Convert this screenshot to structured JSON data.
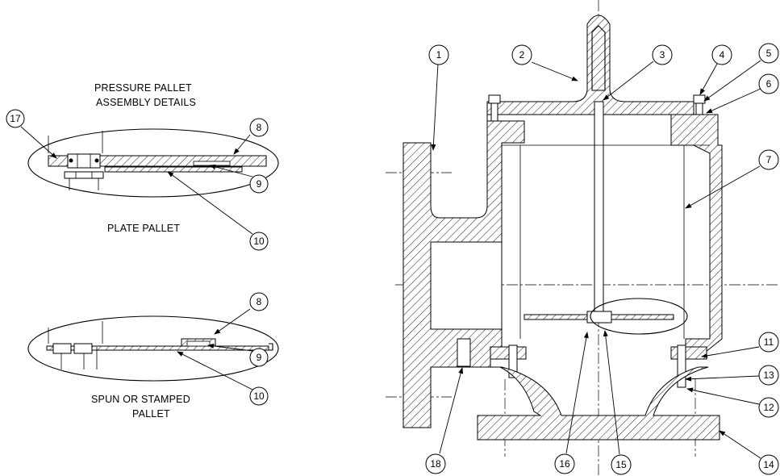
{
  "labels": {
    "assembly_title_line1": "PRESSURE PALLET",
    "assembly_title_line2": "ASSEMBLY DETAILS",
    "plate_pallet": "PLATE PALLET",
    "spun_line1": "SPUN OR STAMPED",
    "spun_line2": "PALLET"
  },
  "callouts": [
    "1",
    "2",
    "3",
    "4",
    "5",
    "6",
    "7",
    "8",
    "9",
    "10",
    "11",
    "12",
    "13",
    "14",
    "15",
    "16",
    "17",
    "18"
  ],
  "detail_callouts": {
    "plate": [
      "17",
      "8",
      "9",
      "10"
    ],
    "spun": [
      "8",
      "9",
      "10"
    ]
  }
}
